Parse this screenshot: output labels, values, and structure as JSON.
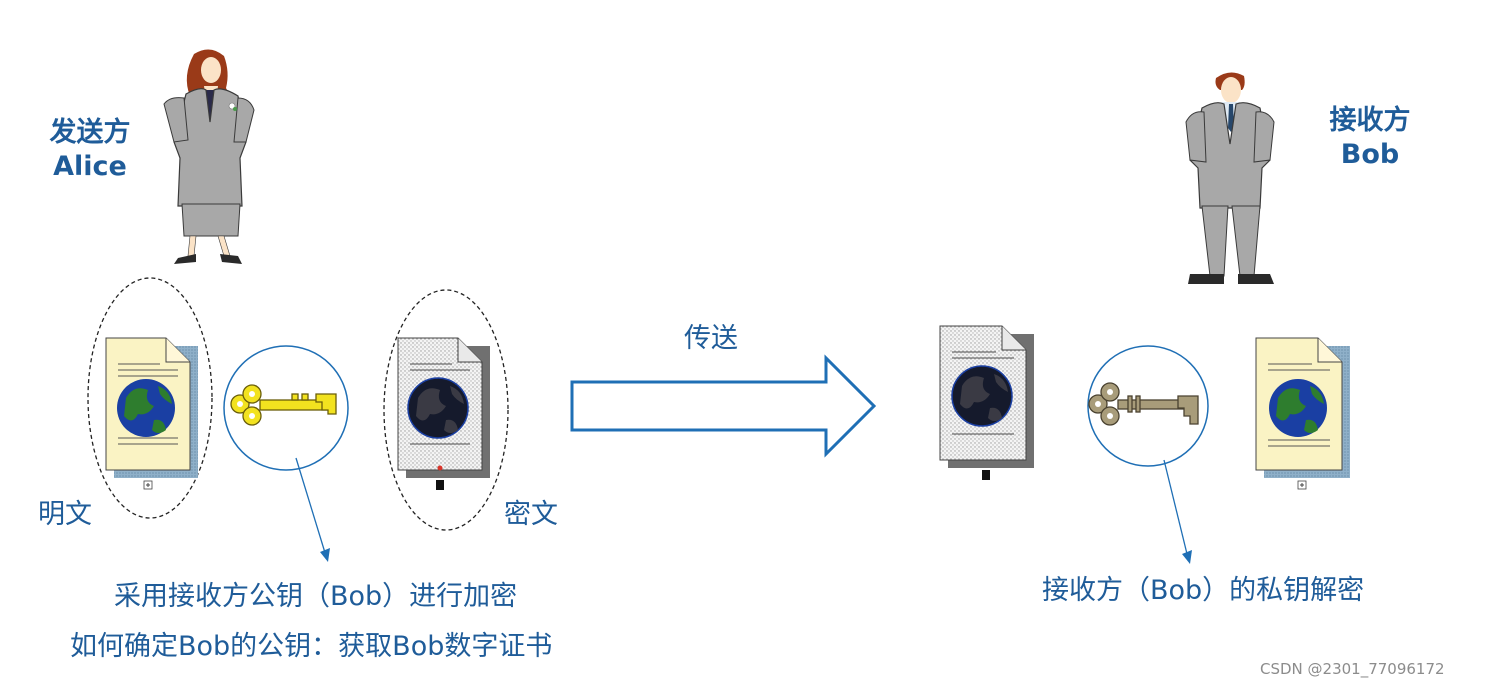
{
  "sender": {
    "role": "发送方",
    "name": "Alice"
  },
  "receiver": {
    "role": "接收方",
    "name": "Bob"
  },
  "labels": {
    "plaintext": "明文",
    "ciphertext": "密文",
    "transmit": "传送",
    "encrypt_note": "采用接收方公钥（Bob）进行加密",
    "public_key_note": "如何确定Bob的公钥：获取Bob数字证书",
    "decrypt_note": "接收方（Bob）的私钥解密"
  },
  "colors": {
    "label_blue": "#1f5c99",
    "arrow_blue": "#1f6fb5",
    "paper_yellow": "#faf3c4",
    "public_key_gold": "#f2e21f",
    "private_key_khaki": "#a89c7a"
  },
  "icons": [
    "woman-figure",
    "man-figure",
    "document-icon",
    "public-key-icon",
    "private-key-icon",
    "globe-icon"
  ],
  "watermark": "CSDN @2301_77096172"
}
